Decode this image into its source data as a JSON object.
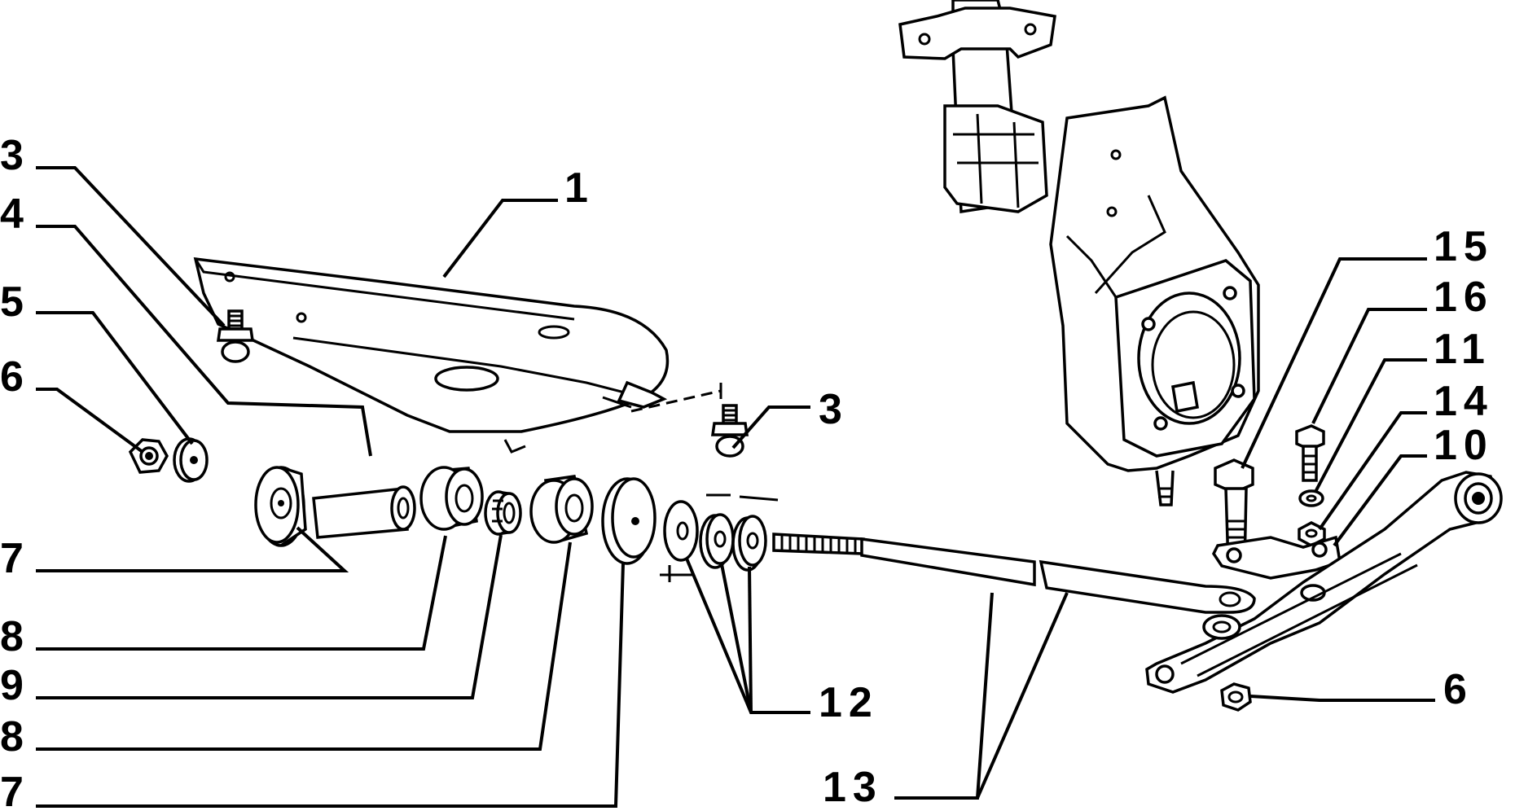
{
  "callouts": {
    "c1": "1",
    "c3a": "3",
    "c3b": "3",
    "c4": "4",
    "c5": "5",
    "c6a": "6",
    "c6b": "6",
    "c7a": "7",
    "c7b": "7",
    "c8a": "8",
    "c8b": "8",
    "c9": "9",
    "c10": "10",
    "c11": "11",
    "c12": "12",
    "c13": "13",
    "c14": "14",
    "c15": "15",
    "c16": "16"
  }
}
